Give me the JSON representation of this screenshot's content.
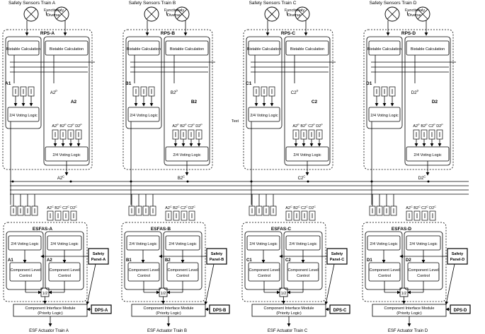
{
  "trains": [
    {
      "id": "A",
      "sensor_title": "Safety Sensors Train A",
      "rps": "RPS-A",
      "ch1": "A1",
      "ch2": "A2",
      "a2p": "A2",
      "out": "A2",
      "sup": "C",
      "inputs": [
        "A2",
        "B2",
        "C2",
        "D2"
      ],
      "esfas": "ESFAS-A",
      "panel": [
        "Safety",
        "Panel-A"
      ],
      "dps": "DPS-A",
      "actuator": "ESF Actuator Train A",
      "esfas_inputs": [
        "A2",
        "B2",
        "C2",
        "D2"
      ],
      "esfas_sup": "C"
    },
    {
      "id": "B",
      "sensor_title": "Safety Sensors Train B",
      "rps": "RPS-B",
      "ch1": "B1",
      "ch2": "B2",
      "a2p": "B2",
      "out": "B2",
      "sup": "C",
      "inputs": [
        "A2",
        "B2",
        "C2",
        "D2"
      ],
      "esfas": "ESFAS-B",
      "panel": [
        "Safety",
        "Panel-B"
      ],
      "dps": "DPS-B",
      "actuator": "ESF Actuator Train B",
      "esfas_inputs": [
        "A2",
        "B2",
        "C2",
        "D2"
      ],
      "esfas_sup": "C"
    },
    {
      "id": "C",
      "sensor_title": "Safety Sensors Train C",
      "rps": "RPS-C",
      "ch1": "C1",
      "ch2": "C2",
      "a2p": "C2",
      "out": "C2",
      "sup": "C",
      "inputs": [
        "A2",
        "B2",
        "C2",
        "D2"
      ],
      "esfas": "ESFAS-C",
      "panel": [
        "Safety",
        "Panel-C"
      ],
      "dps": "DPS-C",
      "actuator": "ESF Actuator Train C",
      "esfas_inputs": [
        "A2",
        "B2",
        "C2",
        "D2"
      ],
      "esfas_sup": "C"
    },
    {
      "id": "D",
      "sensor_title": "Safety Sensors Train D",
      "rps": "RPS-D",
      "ch1": "D1",
      "ch2": "D2",
      "a2p": "D2",
      "out": "D2",
      "sup": "C",
      "inputs": [
        "A2",
        "B2",
        "C2",
        "D2"
      ],
      "esfas": "ESFAS-D",
      "panel": [
        "Safety",
        "Panel-D"
      ],
      "dps": "DPS-D",
      "actuator": "ESF Actuator Train D",
      "esfas_inputs": [
        "A2",
        "B2",
        "C2",
        "D2"
      ],
      "esfas_sup": "C"
    }
  ],
  "labels": {
    "functionally_diverse": [
      "Functionaly",
      "Diverse"
    ],
    "bistable": "Bistable Calculation",
    "voting": "2/4 Voting Logic",
    "component_control": [
      "Component Level",
      "Control"
    ],
    "cim": [
      "Component Interface Module",
      "(Priority Logic)"
    ],
    "one_of_two": "1/2",
    "p_sup": "P",
    "stray_text": "Text"
  }
}
